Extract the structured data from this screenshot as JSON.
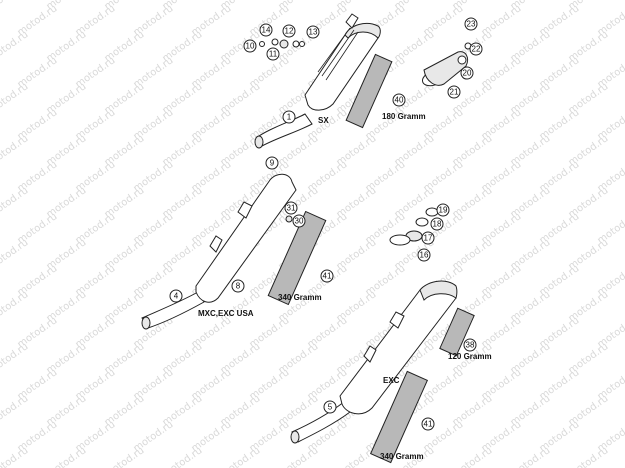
{
  "watermark": "motod.ru",
  "labels": {
    "sx": "SX",
    "exc": "EXC",
    "mxc_exc_usa": "MXC,EXC USA",
    "gram_180": "180 Gramm",
    "gram_340_a": "340 Gramm",
    "gram_340_b": "340 Gramm",
    "gram_120": "120 Gramm"
  },
  "callouts": {
    "c1": "1",
    "c4": "4",
    "c5": "5",
    "c8": "8",
    "c9": "9",
    "c10": "10",
    "c11": "11",
    "c12": "12",
    "c13": "13",
    "c14": "14",
    "c16": "16",
    "c17": "17",
    "c18": "18",
    "c19": "19",
    "c20": "20",
    "c21": "21",
    "c22": "22",
    "c23": "23",
    "c30": "30",
    "c31": "31",
    "c38": "38",
    "c40": "40",
    "c41a": "41",
    "c41b": "41"
  }
}
